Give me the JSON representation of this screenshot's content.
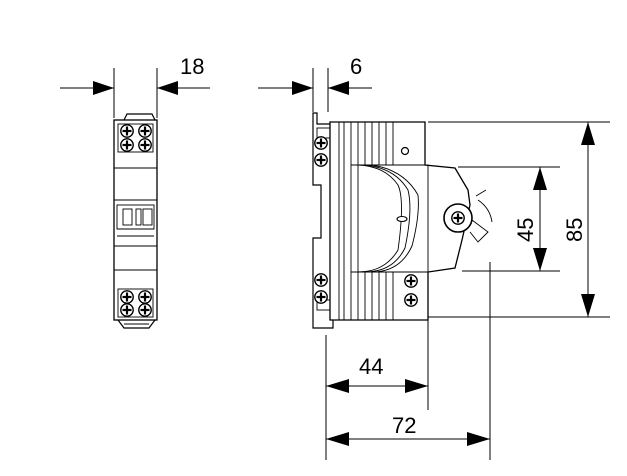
{
  "dimensions": {
    "front_width": "18",
    "rail_offset": "6",
    "height_window": "45",
    "height_total": "85",
    "depth_front": "44",
    "depth_total": "72"
  }
}
